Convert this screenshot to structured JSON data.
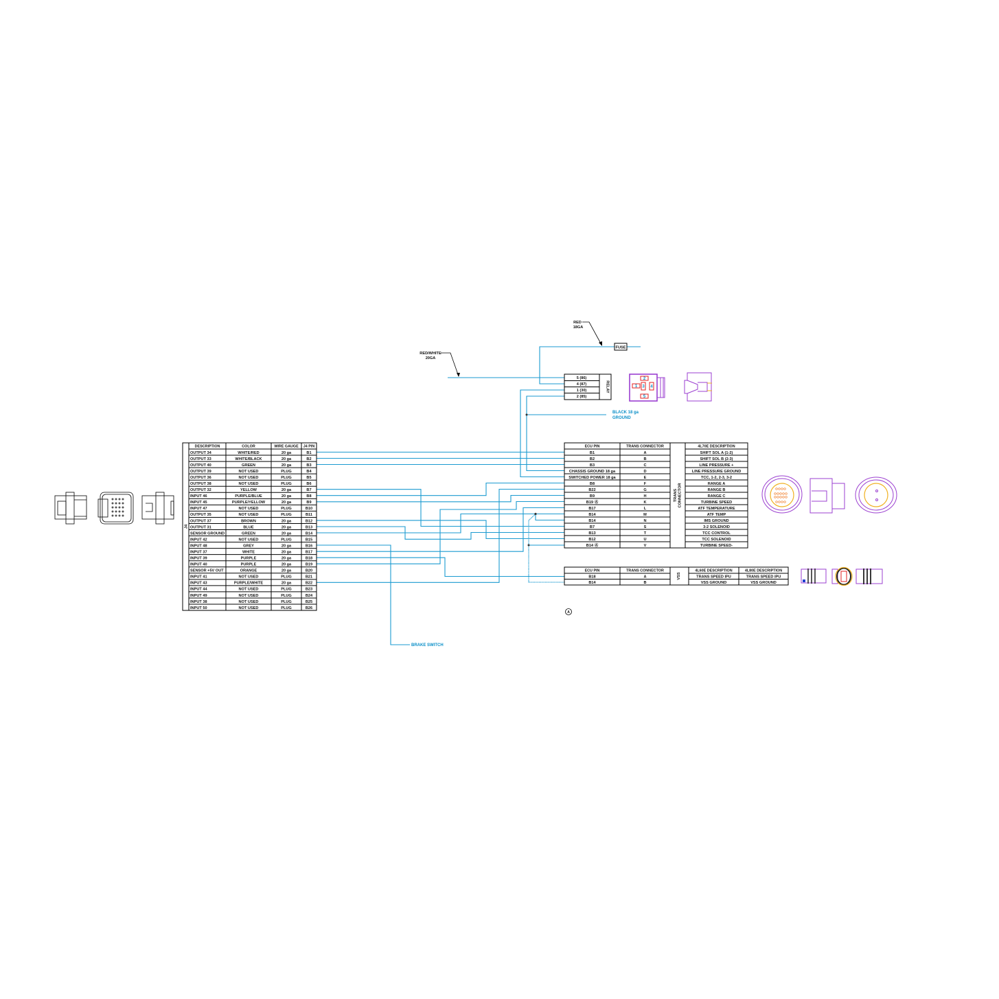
{
  "colors": {
    "wire": "#1a9ad0",
    "connector": "#9b3fd0",
    "seal": "#f0b020",
    "pin_marker": "#e02020"
  },
  "relay": {
    "label": "RELAY",
    "pins": [
      "5 (86)",
      "4 (87)",
      "1 (30)",
      "2 (85)"
    ],
    "fuse_label": "FUSE",
    "red_white_label_1": "RED/WHITE",
    "red_white_label_2": "20GA",
    "red_label_1": "RED",
    "red_label_2": "18GA",
    "ground_label_1": "BLACK 18 ga",
    "ground_label_2": "GROUND",
    "connector_pins": [
      "1",
      "2",
      "3",
      "4",
      "5"
    ]
  },
  "j4_table": {
    "side_label": "J4",
    "headers": [
      "DESCRIPTION",
      "COLOR",
      "WIRE GAUGE",
      "J4 PIN"
    ],
    "rows": [
      [
        "OUTPUT 34",
        "WHITE/RED",
        "20 ga",
        "B1"
      ],
      [
        "OUTPUT 33",
        "WHITE/BLACK",
        "20 ga",
        "B2"
      ],
      [
        "OUTPUT 40",
        "GREEN",
        "20 ga",
        "B3"
      ],
      [
        "OUTPUT 39",
        "NOT USED",
        "PLUG",
        "B4"
      ],
      [
        "OUTPUT 36",
        "NOT USED",
        "PLUG",
        "B5"
      ],
      [
        "OUTPUT 38",
        "NOT USED",
        "PLUG",
        "B6"
      ],
      [
        "OUTPUT 32",
        "YELLOW",
        "20 ga",
        "B7"
      ],
      [
        "INPUT 46",
        "PURPLE/BLUE",
        "20 ga",
        "B8"
      ],
      [
        "INPUT 45",
        "PURPLE/YELLOW",
        "20 ga",
        "B9"
      ],
      [
        "INPUT 47",
        "NOT USED",
        "PLUG",
        "B10"
      ],
      [
        "OUTPUT 35",
        "NOT USED",
        "PLUG",
        "B11"
      ],
      [
        "OUTPUT 37",
        "BROWN",
        "20 ga",
        "B12"
      ],
      [
        "OUTPUT 31",
        "BLUE",
        "20 ga",
        "B13"
      ],
      [
        "SENSOR GROUND",
        "GREEN",
        "20 ga",
        "B14"
      ],
      [
        "INPUT 42",
        "NOT USED",
        "PLUG",
        "B15"
      ],
      [
        "INPUT 48",
        "GREY",
        "20 ga",
        "B16"
      ],
      [
        "INPUT 37",
        "WHITE",
        "20 ga",
        "B17"
      ],
      [
        "INPUT 39",
        "PURPLE",
        "20 ga",
        "B18"
      ],
      [
        "INPUT 40",
        "PURPLE",
        "20 ga",
        "B19"
      ],
      [
        "SENSOR +5V OUT",
        "ORANGE",
        "20 ga",
        "B20"
      ],
      [
        "INPUT 41",
        "NOT USED",
        "PLUG",
        "B21"
      ],
      [
        "INPUT 43",
        "PURPLE/WHITE",
        "20 ga",
        "B22"
      ],
      [
        "INPUT 44",
        "NOT USED",
        "PLUG",
        "B23"
      ],
      [
        "INPUT 49",
        "NOT USED",
        "PLUG",
        "B24"
      ],
      [
        "INPUT 38",
        "NOT USED",
        "PLUG",
        "B25"
      ],
      [
        "INPUT 50",
        "NOT USED",
        "PLUG",
        "B26"
      ]
    ]
  },
  "trans_table": {
    "side_label_1": "TRANS",
    "side_label_2": "CONNECTOR",
    "headers": [
      "ECU PIN",
      "TRANS CONNECTOR",
      "4L70E DESCRIPTION"
    ],
    "rows": [
      [
        "B1",
        "A",
        "SHIFT SOL A (1-2)"
      ],
      [
        "B2",
        "B",
        "SHIFT SOL B (2-3)"
      ],
      [
        "B3",
        "C",
        "LINE PRESSURE +"
      ],
      [
        "CHASSIS GROUND 18 ga",
        "D",
        "LINE PRESSURE GROUND"
      ],
      [
        "SWITCHED POWER 18 ga",
        "E",
        "TCC, 1-2, 2-3, 3-2"
      ],
      [
        "B8",
        "F",
        "RANGE A"
      ],
      [
        "B22",
        "G",
        "RANGE B"
      ],
      [
        "B9",
        "H",
        "RANGE C"
      ],
      [
        "B19 Ⓐ",
        "K",
        "TURBINE SPEED"
      ],
      [
        "B17",
        "L",
        "ATF TEMPERATURE"
      ],
      [
        "B14",
        "M",
        "ATF TEMP"
      ],
      [
        "B14",
        "N",
        "IMS GROUND"
      ],
      [
        "B7",
        "S",
        "3-2 SOLENOID"
      ],
      [
        "B13",
        "T",
        "TCC CONTROL"
      ],
      [
        "B12",
        "U",
        "TCC SOLENOID"
      ],
      [
        "B14 Ⓐ",
        "V",
        "TURBINE SPEED-"
      ]
    ]
  },
  "vss_table": {
    "side_label": "VSS",
    "headers": [
      "ECU PIN",
      "TRANS CONNECTOR",
      "4L60E DESCRIPTION",
      "4L80E DESCRIPTION"
    ],
    "rows": [
      [
        "B18",
        "A",
        "TRANS SPEED IPU",
        "TRANS SPEED IPU"
      ],
      [
        "B14",
        "B",
        "VSS GROUND",
        "VSS GROUND"
      ]
    ]
  },
  "brake_switch_label": "BRAKE SWITCH",
  "note_symbol": "A"
}
